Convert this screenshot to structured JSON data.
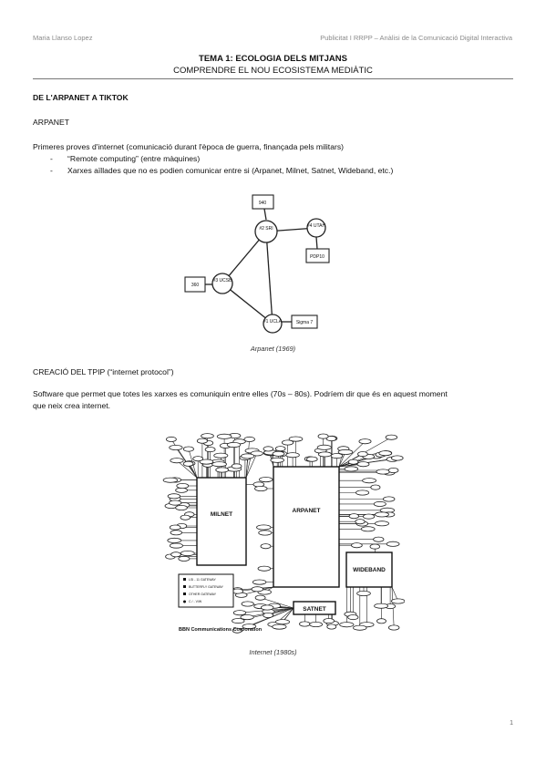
{
  "header": {
    "author": "Maria Llanso Lopez",
    "course": "Publicitat I RRPP – Anàlisi de la Comunicació Digital Interactiva"
  },
  "title": "TEMA 1: ECOLOGIA DELS MITJANS",
  "subtitle": "COMPRENDRE EL NOU ECOSISTEMA MEDIÀTIC",
  "section_heading": "DE L'ARPANET A TIKTOK",
  "arpanet": {
    "heading": "ARPANET",
    "intro": "Primeres proves d'internet (comunicació durant l'època de guerra, finançada pels militars)",
    "bullets": [
      "“Remote computing” (entre màquines)",
      "Xarxes aïllades que no es podien comunicar entre si (Arpanet, Milnet, Satnet, Wideband, etc.)"
    ],
    "figure": {
      "caption": "Arpanet (1969)",
      "nodes": [
        "#1 UCLA",
        "#2 SRI",
        "#3 UCSB",
        "#4 UTAH"
      ],
      "hosts": [
        "Sigma 7",
        "940",
        "360",
        "PDP10"
      ]
    }
  },
  "tcpip": {
    "heading": "CREACIÓ DEL TPIP (“internet protocol”)",
    "text_line1": "Software que permet que totes les xarxes es comuniquin entre elles (70s – 80s). Podríem dir que és en aquest moment",
    "text_line2": "que neix crea internet.",
    "figure": {
      "caption": "Internet (1980s)",
      "networks": [
        "MILNET",
        "ARPANET",
        "WIDEBAND",
        "SATNET"
      ],
      "legend": [
        "LSI - 11 GATEWAY",
        "BUTTERFLY GATEWAY",
        "OTHER GATEWAY",
        "C / - V/W"
      ],
      "credit": "BBN Communications Corporation"
    }
  },
  "page_number": "1"
}
